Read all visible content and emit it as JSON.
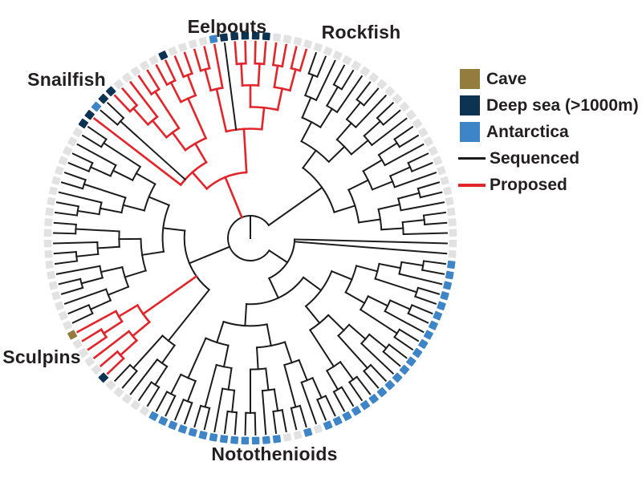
{
  "figure": {
    "type": "circular-phylogenetic-tree",
    "description": "Radial cladogram of fish lineages with habitat-colored tips"
  },
  "colors": {
    "gray": "#e2e2e2",
    "blue": "#3d85c6",
    "navy": "#0d3352",
    "gold": "#947c3e",
    "red": "#e2252b",
    "black": "#1c1c1c",
    "text": "#231f20",
    "background": "#ffffff"
  },
  "clade_labels": {
    "eelpouts": "Eelpouts",
    "rockfish": "Rockfish",
    "snailfish": "Snailfish",
    "sculpins": "Sculpins",
    "notothenioids": "Notothenioids"
  },
  "legend": {
    "items": [
      {
        "label": "Cave",
        "type": "square",
        "color_key": "gold"
      },
      {
        "label": "Deep sea (>1000m)",
        "type": "square",
        "color_key": "navy"
      },
      {
        "label": "Antarctica",
        "type": "square",
        "color_key": "blue"
      },
      {
        "label": "Sequenced",
        "type": "line",
        "color_key": "black"
      },
      {
        "label": "Proposed",
        "type": "line",
        "color_key": "red"
      }
    ]
  },
  "ring": {
    "tip_count": 120,
    "note": "tip squares clockwise from 3 o'clock",
    "segments": [
      {
        "n": 2,
        "c": "gray"
      },
      {
        "n": 21,
        "c": "blue"
      },
      {
        "n": 1,
        "c": "gray"
      },
      {
        "n": 1,
        "c": "blue"
      },
      {
        "n": 2,
        "c": "gray"
      },
      {
        "n": 13,
        "c": "blue"
      },
      {
        "n": 5,
        "c": "gray"
      },
      {
        "n": 1,
        "c": "navy"
      },
      {
        "n": 4,
        "c": "gray"
      },
      {
        "n": 1,
        "c": "gold"
      },
      {
        "n": 20,
        "c": "gray"
      },
      {
        "n": 2,
        "c": "navy"
      },
      {
        "n": 1,
        "c": "blue"
      },
      {
        "n": 2,
        "c": "navy"
      },
      {
        "n": 5,
        "c": "gray"
      },
      {
        "n": 1,
        "c": "navy"
      },
      {
        "n": 4,
        "c": "gray"
      },
      {
        "n": 1,
        "c": "blue"
      },
      {
        "n": 5,
        "c": "navy"
      },
      {
        "n": 28,
        "c": "gray"
      }
    ]
  },
  "tree": [
    "K",
    [
      "K",
      1,
      1,
      38
    ],
    [
      "K",
      5,
      [
        "R",
        6
      ],
      21
    ],
    [
      "R",
      [
        "R",
        1,
        [
          "K",
          2
        ],
        9
      ],
      [
        "R",
        3,
        [
          "K",
          1
        ],
        8
      ]
    ],
    24
  ]
}
